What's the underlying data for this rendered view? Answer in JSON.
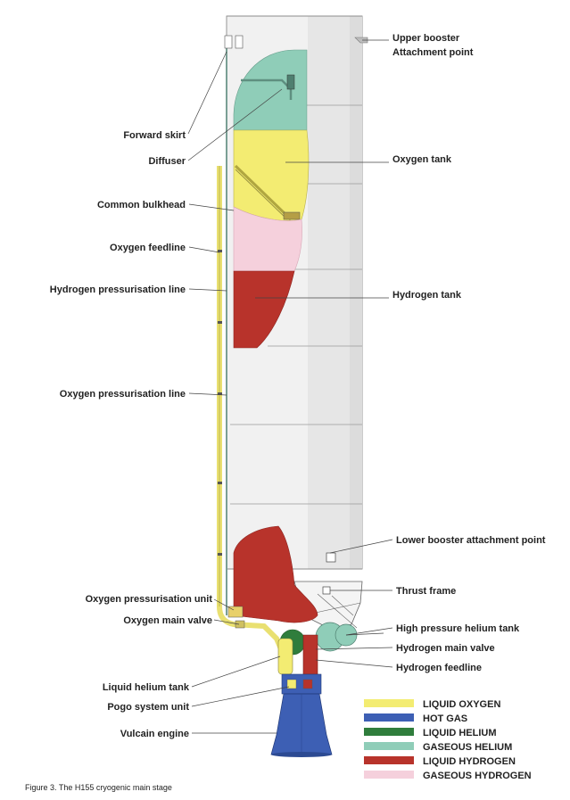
{
  "labels_left": {
    "forward_skirt": "Forward skirt",
    "diffuser": "Diffuser",
    "common_bulkhead": "Common bulkhead",
    "oxygen_feedline": "Oxygen feedline",
    "hydrogen_pressurisation_line": "Hydrogen pressurisation line",
    "oxygen_pressurisation_line": "Oxygen pressurisation line",
    "oxygen_pressurisation_unit": "Oxygen pressurisation unit",
    "oxygen_main_valve": "Oxygen main valve",
    "liquid_helium_tank": "Liquid helium tank",
    "pogo_system_unit": "Pogo system unit",
    "vulcain_engine": "Vulcain engine"
  },
  "labels_right": {
    "upper_booster_line1": "Upper booster",
    "upper_booster_line2": "Attachment point",
    "oxygen_tank": "Oxygen tank",
    "hydrogen_tank": "Hydrogen tank",
    "lower_booster_attachment_point": "Lower booster attachment point",
    "thrust_frame": "Thrust frame",
    "high_pressure_helium_tank": "High pressure helium tank",
    "hydrogen_main_valve": "Hydrogen main valve",
    "hydrogen_feedline": "Hydrogen feedline"
  },
  "legend": [
    {
      "label": "LIQUID OXYGEN",
      "color": "#f3ec72"
    },
    {
      "label": "HOT GAS",
      "color": "#3d5fb4"
    },
    {
      "label": "LIQUID HELIUM",
      "color": "#2f7d3c"
    },
    {
      "label": "GASEOUS HELIUM",
      "color": "#8fcdb8"
    },
    {
      "label": "LIQUID HYDROGEN",
      "color": "#b8332b"
    },
    {
      "label": "GASEOUS HYDROGEN",
      "color": "#f5d0dc"
    }
  ],
  "caption": "Figure 3. The H155 cryogenic main stage"
}
